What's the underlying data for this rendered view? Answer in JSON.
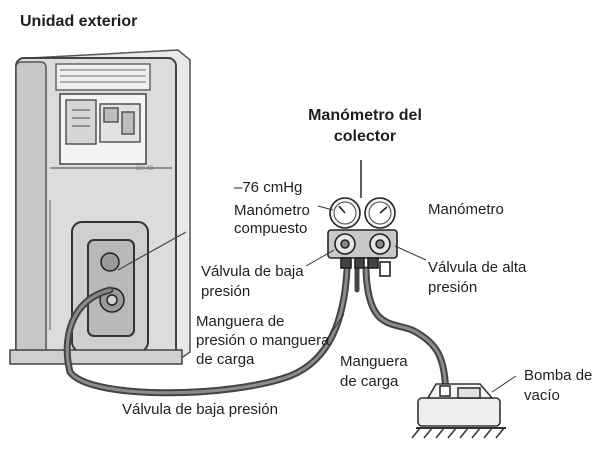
{
  "title": "Unidad exterior",
  "manifold_title": [
    "Manómetro del",
    "colector"
  ],
  "labels": {
    "pressure_reading": "–76 cmHg",
    "compound_gauge": [
      "Manómetro",
      "compuesto"
    ],
    "gauge": "Manómetro",
    "low_pressure_valve": [
      "Válvula de baja",
      "presión"
    ],
    "high_pressure_valve": [
      "Válvula de alta",
      "presión"
    ],
    "pressure_hose": [
      "Manguera de",
      "presión o manguera",
      "de carga"
    ],
    "charge_hose": [
      "Manguera",
      "de carga"
    ],
    "vacuum_pump": [
      "Bomba de",
      "vacío"
    ],
    "bottom_low_valve": "Válvula de baja presión"
  },
  "unit_small_text": "CH 4B"
}
